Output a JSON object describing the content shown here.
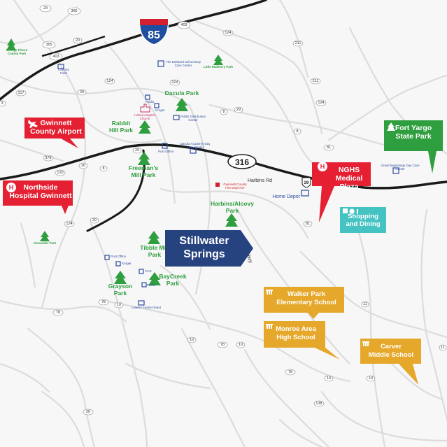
{
  "colors": {
    "red": "#e42032",
    "teal": "#45c3c3",
    "gold": "#e6a82b",
    "navy": "#26427f",
    "park_green": "#2e9e3e",
    "school_blue": "#2e4da0",
    "interstate_blue": "#1f4e9e",
    "interstate_red": "#d22030"
  },
  "interstate": {
    "number": "85",
    "icon": "interstate-shield-icon"
  },
  "road_shields": {
    "r23": "23",
    "r365a": "365",
    "r365b": "365",
    "r403a": "403",
    "r403b": "403",
    "r124a": "124",
    "r124b": "124",
    "r124c": "124",
    "r211": "211",
    "r211b": "211",
    "r20a": "20",
    "r20b": "20",
    "r20c": "20",
    "r20d": "20",
    "r317": "317",
    "r324": "324",
    "r8a": "8",
    "r8b": "8",
    "r8c": "8",
    "r29a": "29",
    "r29b": "29",
    "r29c": "29",
    "r81a": "81",
    "r81b": "81",
    "r120": "120",
    "r316b": "316",
    "r378": "378",
    "r3": "3",
    "r78a": "78",
    "r78b": "78",
    "r78c": "78",
    "r78d": "78",
    "r10a": "10",
    "r10b": "10",
    "r10c": "10",
    "r10d": "10",
    "r10e": "10",
    "r11a": "11",
    "r11b": "11",
    "r138": "138",
    "r20e": "20"
  },
  "highway_316": {
    "number": "316"
  },
  "us_shield_29": {
    "number": "29"
  },
  "parks": {
    "george_pierce": "George Pierce County Park",
    "little_mulberry": "Little Mulberry Park",
    "dacula": "Dacula Park",
    "rabbit_hill": "Rabbit Hill Park",
    "freemans_mill": "Freeman's Mill Park",
    "harbins_alcovy": "Harbins/Alcovy Park",
    "alexander": "Alexander Park",
    "tibble_mill": "Tibble Mill Park",
    "grayson": "Grayson Park",
    "baycreek": "BayCreek Park",
    "fort_yargo": "Fort Yargo State Park"
  },
  "places": {
    "bobbard_school": "The Bobbard School Day Care Center",
    "publix_1": "Publix",
    "kroger_1": "Kroger",
    "hebron_church": "Hebron Baptist Church",
    "publix_distribution": "Publix Distribution Center",
    "post_office_1": "Post Office",
    "dacula_academy": "Dacula Academy Day Care Center",
    "gwinnett_fire": "Gwinnett County Fire Dept-#17",
    "home_depot": "Home Depot",
    "great_beginnings": "Great Beginnings Day Care Center",
    "post_office_2": "Post Office",
    "kroger_2": "Kroger",
    "cvs": "CVS",
    "publix_2": "Publix",
    "lowes_home_depot": "Lowes / Home Depot",
    "centrex": "Centrex Field"
  },
  "roads": {
    "harbins_rd": "Harbins Rd",
    "monroe_hwy": "Monroe Hwy"
  },
  "callouts": {
    "gwinnett_airport": [
      "Gwinnett",
      "County Airport"
    ],
    "northside_hospital": [
      "Northside",
      "Hospital Gwinnett"
    ],
    "nghs": [
      "NGHS",
      "Medical Plaza"
    ],
    "fort_yargo": [
      "Fort Yargo",
      "State Park"
    ],
    "shopping": [
      "Shopping",
      "and Dining"
    ],
    "walker_park": [
      "Walker Park",
      "Elementary School"
    ],
    "monroe_area": [
      "Monroe Area",
      "High School"
    ],
    "carver": [
      "Carver",
      "Middle School"
    ]
  },
  "main_badge": [
    "Stillwater",
    "Springs"
  ]
}
